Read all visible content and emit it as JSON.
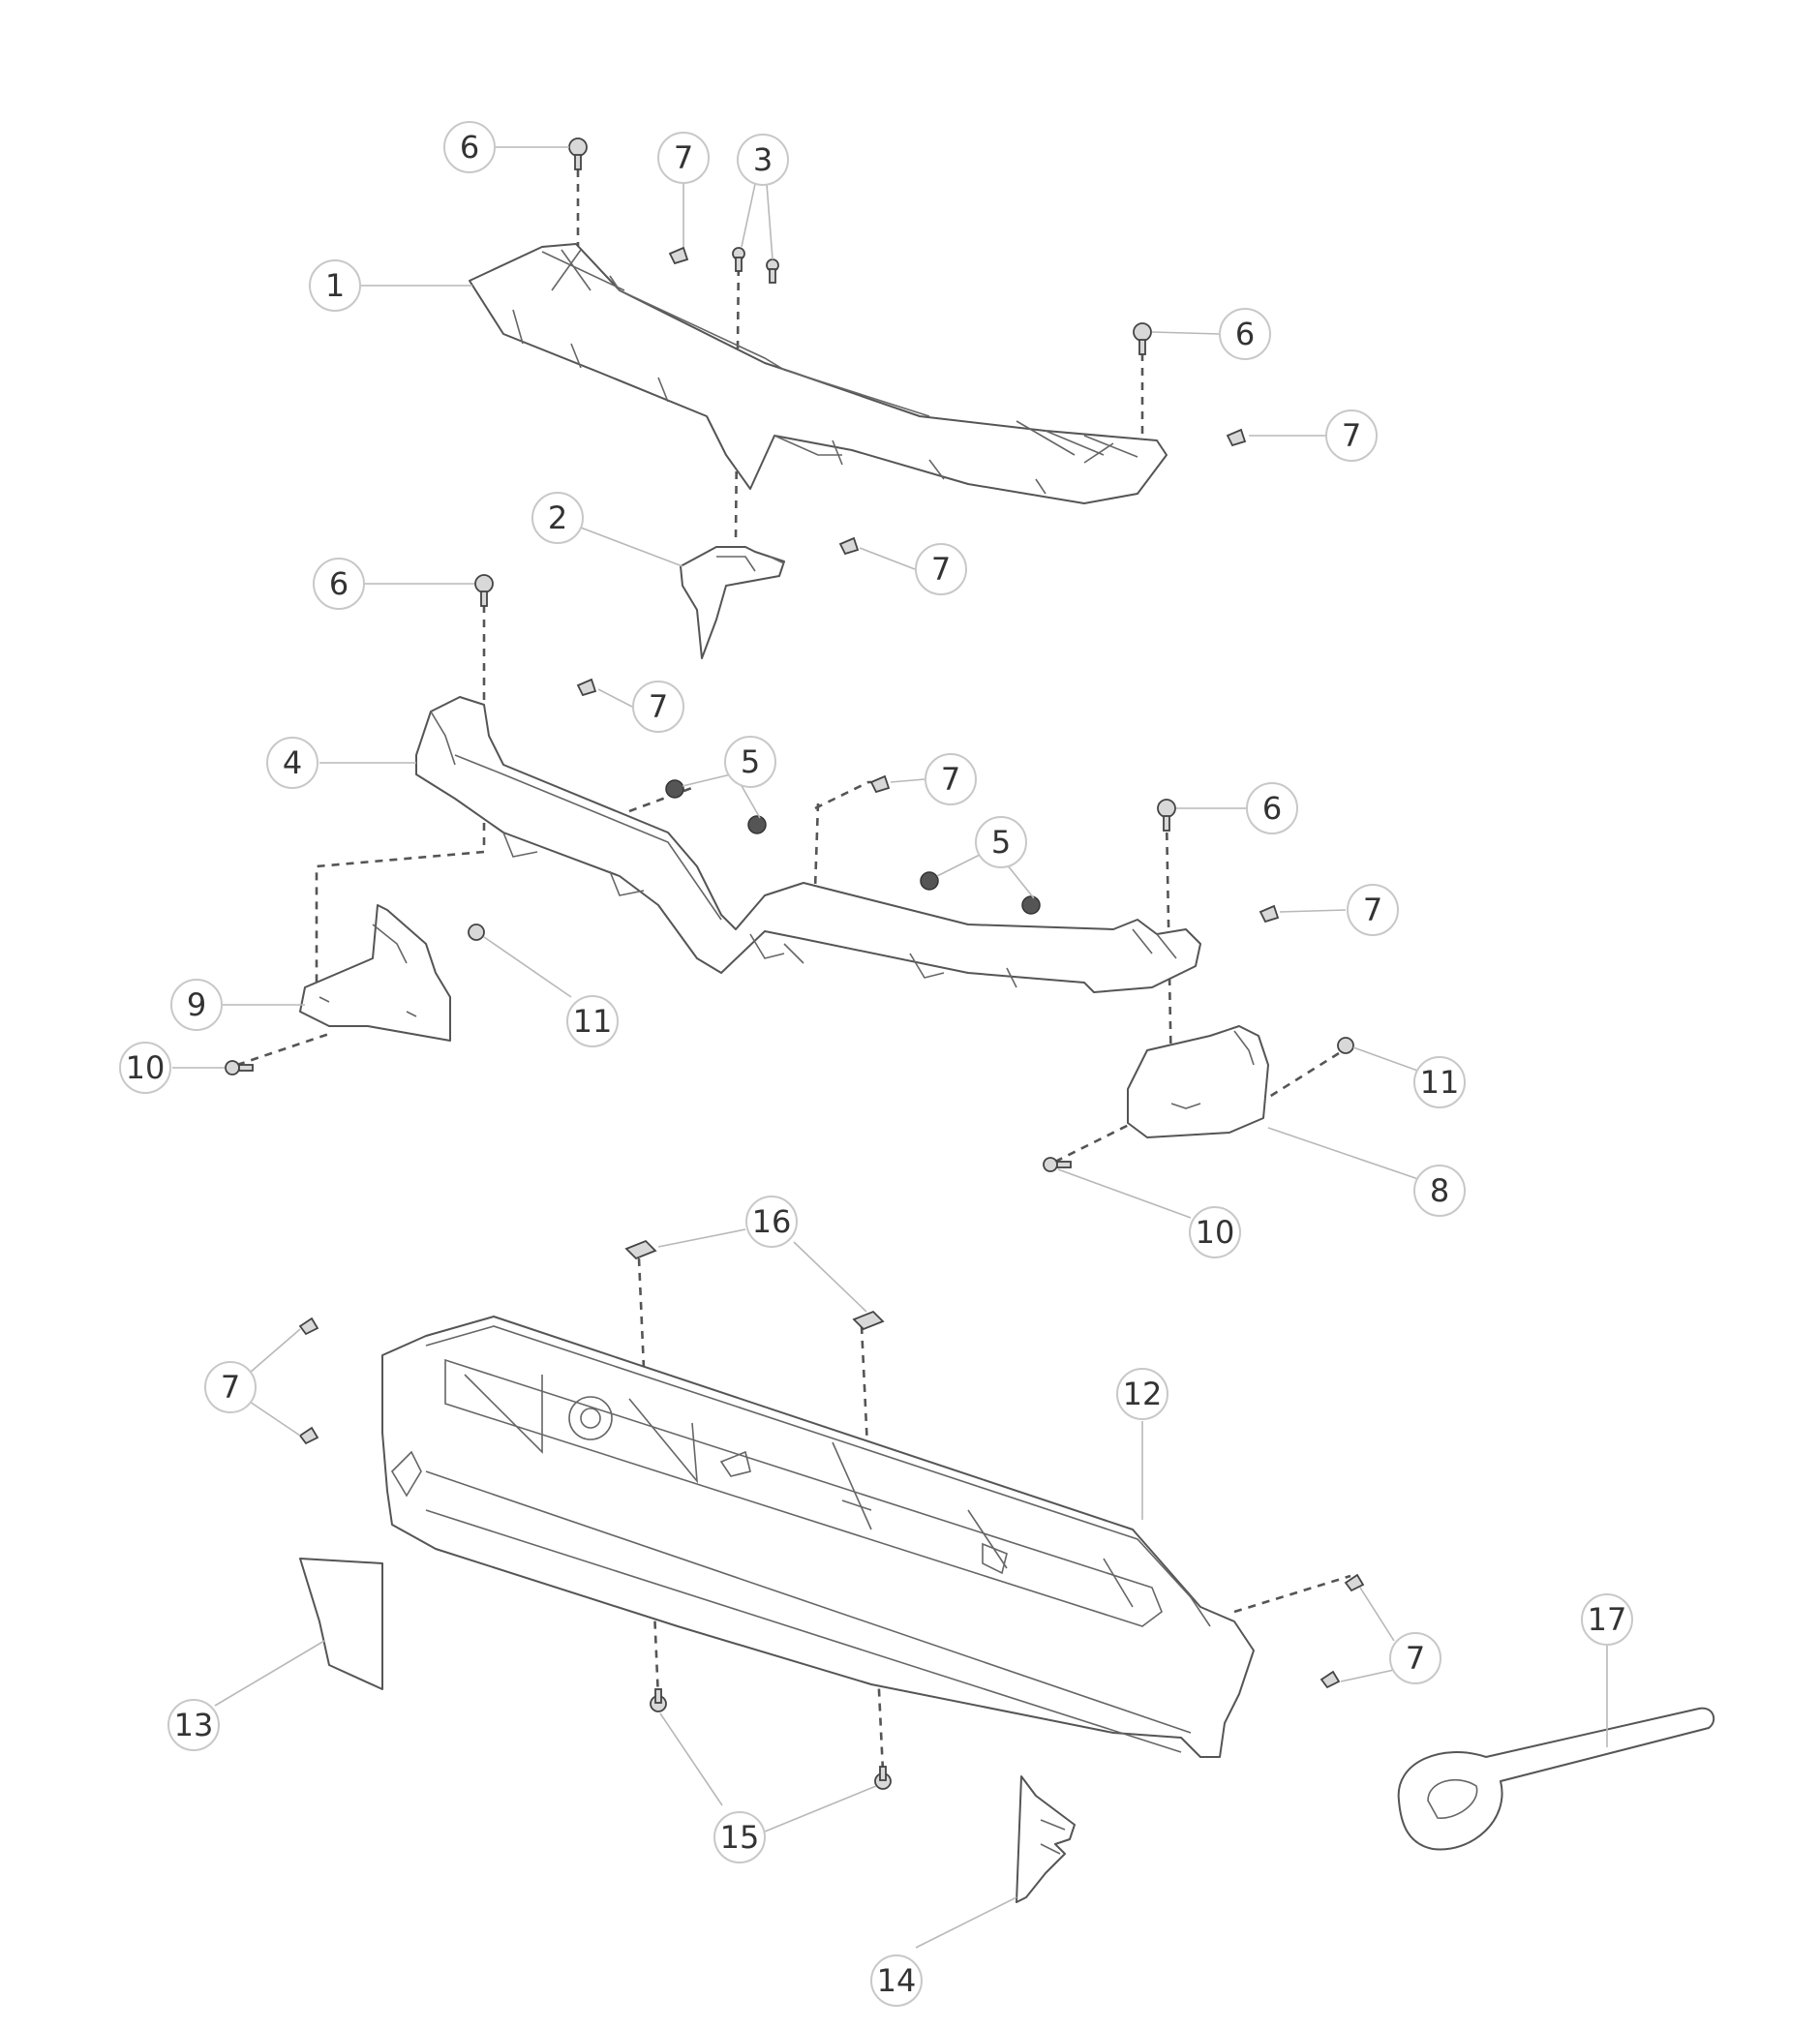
{
  "diagram": {
    "callouts": [
      {
        "id": "c6a",
        "label": "6"
      },
      {
        "id": "c7a",
        "label": "7"
      },
      {
        "id": "c3",
        "label": "3"
      },
      {
        "id": "c1",
        "label": "1"
      },
      {
        "id": "c6b",
        "label": "6"
      },
      {
        "id": "c7b",
        "label": "7"
      },
      {
        "id": "c2",
        "label": "2"
      },
      {
        "id": "c7c",
        "label": "7"
      },
      {
        "id": "c6c",
        "label": "6"
      },
      {
        "id": "c7d",
        "label": "7"
      },
      {
        "id": "c4",
        "label": "4"
      },
      {
        "id": "c5a",
        "label": "5"
      },
      {
        "id": "c7e",
        "label": "7"
      },
      {
        "id": "c6d",
        "label": "6"
      },
      {
        "id": "c5b",
        "label": "5"
      },
      {
        "id": "c7f",
        "label": "7"
      },
      {
        "id": "c9",
        "label": "9"
      },
      {
        "id": "c11a",
        "label": "11"
      },
      {
        "id": "c10a",
        "label": "10"
      },
      {
        "id": "c11b",
        "label": "11"
      },
      {
        "id": "c8",
        "label": "8"
      },
      {
        "id": "c10b",
        "label": "10"
      },
      {
        "id": "c16",
        "label": "16"
      },
      {
        "id": "c7g",
        "label": "7"
      },
      {
        "id": "c12",
        "label": "12"
      },
      {
        "id": "c17",
        "label": "17"
      },
      {
        "id": "c7h",
        "label": "7"
      },
      {
        "id": "c13",
        "label": "13"
      },
      {
        "id": "c15",
        "label": "15"
      },
      {
        "id": "c14",
        "label": "14"
      }
    ]
  }
}
